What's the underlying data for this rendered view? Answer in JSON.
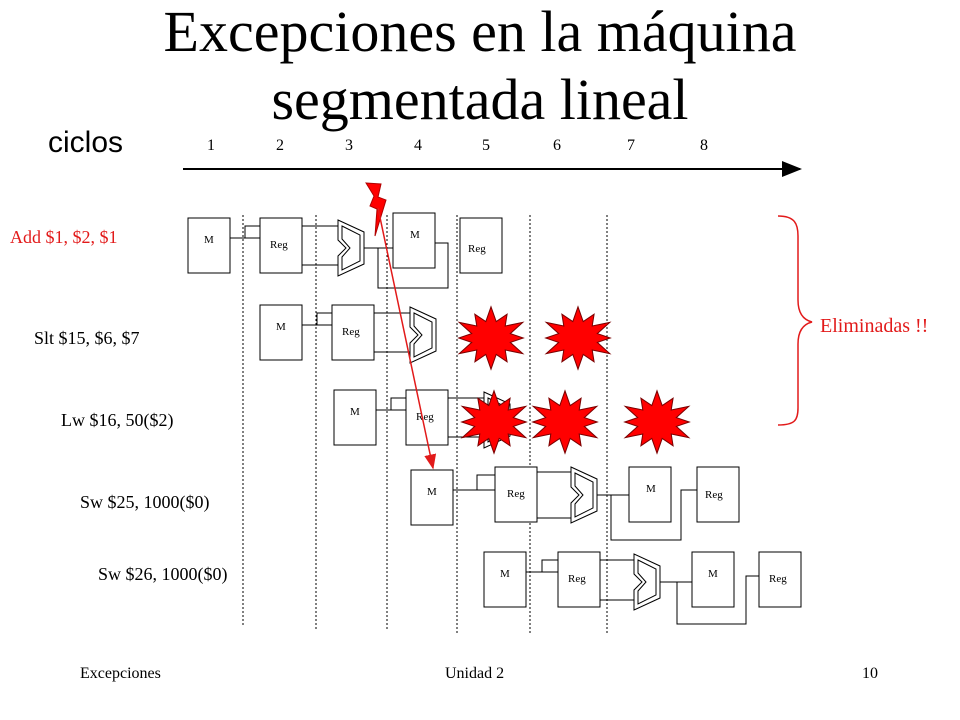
{
  "title": {
    "line1": "Excepciones en la máquina",
    "line2": "segmentada lineal"
  },
  "cycles_label": "ciclos",
  "cycle_numbers": [
    "1",
    "2",
    "3",
    "4",
    "5",
    "6",
    "7",
    "8"
  ],
  "instructions": [
    {
      "text": "Add $1, $2, $1",
      "color": "#e21a1a"
    },
    {
      "text": "Slt $15, $6, $7",
      "color": "#000000"
    },
    {
      "text": "Lw $16, 50($2)",
      "color": "#000000"
    },
    {
      "text": "Sw $25, 1000($0)",
      "color": "#000000"
    },
    {
      "text": "Sw $26, 1000($0)",
      "color": "#000000"
    }
  ],
  "stage_labels": {
    "memory": "M",
    "register": "Reg"
  },
  "eliminated_label": "Eliminadas !!",
  "footer": {
    "left": "Excepciones",
    "center": "Unidad 2",
    "page": "10"
  },
  "colors": {
    "accent": "#e21a1a",
    "explosion": "#ff0000",
    "line": "#000000"
  },
  "icons": {
    "exception": "lightning-bolt-icon",
    "flushed_stage": "explosion-icon"
  }
}
